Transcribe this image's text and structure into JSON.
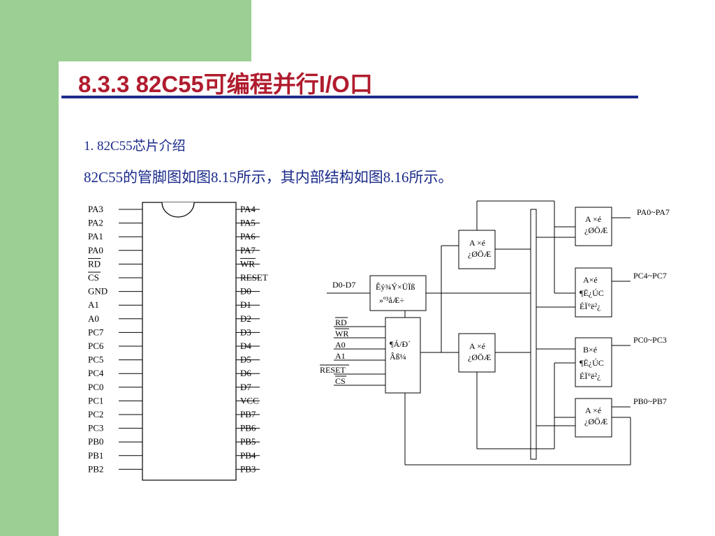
{
  "title": "8.3.3  82C55可编程并行I/O口",
  "subtitle": "1.  82C55芯片介绍",
  "description": "82C55的管脚图如图8.15所示，其内部结构如图8.16所示。",
  "colors": {
    "title": "#b01c2e",
    "text": "#1a2a8a",
    "sidebar": "#9bcf94",
    "rule": "#1c2c8c"
  },
  "pinout": {
    "left_pins": [
      "PA3",
      "PA2",
      "PA1",
      "PA0",
      "RD",
      "CS",
      "GND",
      "A1",
      "A0",
      "PC7",
      "PC6",
      "PC5",
      "PC4",
      "PC0",
      "PC1",
      "PC2",
      "PC3",
      "PB0",
      "PB1",
      "PB2"
    ],
    "right_pins": [
      "PA4",
      "PA5",
      "PA6",
      "PA7",
      "WR",
      "RESET",
      "D0",
      "D1",
      "D2",
      "D3",
      "D4",
      "D5",
      "D6",
      "D7",
      "VCC",
      "PB7",
      "PB6",
      "PB5",
      "PB4",
      "PB3"
    ]
  },
  "block_diagram": {
    "bus_buffer": [
      "Êý¾Ý×ÜÏß",
      "»º³åÆ÷"
    ],
    "rw_control": [
      "¶Á/Ð´",
      "Âß¼­"
    ],
    "group_a_ctrl": [
      "A ×é",
      "¿ØÖÆ"
    ],
    "group_b_ctrl": [
      "A ×é",
      "¿ØÖÆ"
    ],
    "port_a": [
      "A ×é",
      "¿ØÖÆ"
    ],
    "port_c_upper": [
      "A×é",
      "¶Ë¿ÚC",
      "ÉÏ°ë²¿"
    ],
    "port_c_lower": [
      "B×é",
      "¶Ë¿ÚC",
      "ÉÏ°ë²¿"
    ],
    "port_b": [
      "A ×é",
      "¿ØÖÆ"
    ],
    "data_label": "D0-D7",
    "control_inputs": [
      "RD",
      "WR",
      "A0",
      "A1",
      "RESET",
      "CS"
    ],
    "port_labels": [
      "PA0~PA7",
      "PC4~PC7",
      "PC0~PC3",
      "PB0~PB7"
    ]
  }
}
